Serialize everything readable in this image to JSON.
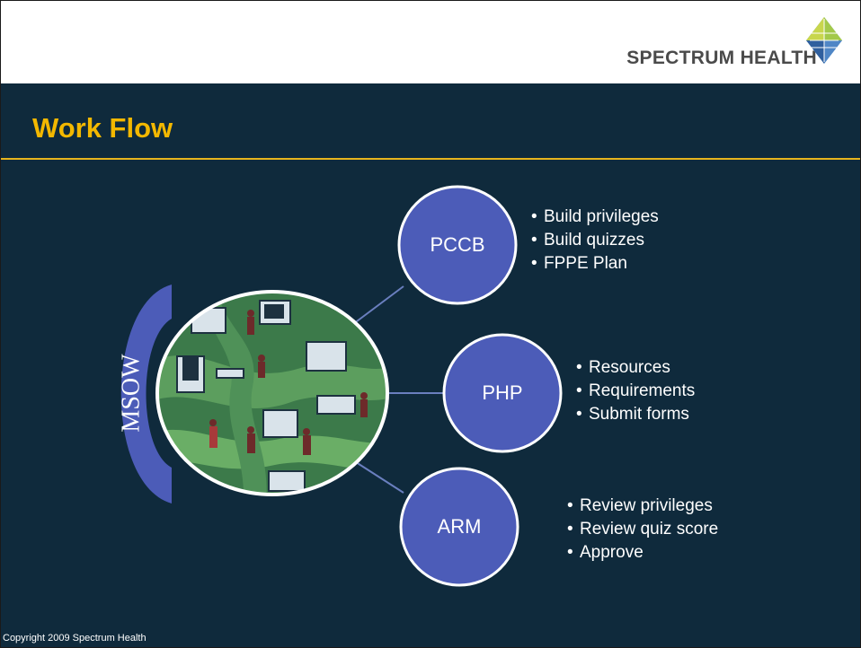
{
  "logo": {
    "text": "SPECTRUM HEALTH"
  },
  "title": "Work Flow",
  "diagram": {
    "side_label": "MSOW",
    "nodes": [
      {
        "label": "PCCB",
        "bullets": [
          "Build privileges",
          "Build quizzes",
          "FPPE Plan"
        ]
      },
      {
        "label": "PHP",
        "bullets": [
          "Resources",
          "Requirements",
          "Submit forms"
        ]
      },
      {
        "label": "ARM",
        "bullets": [
          "Review privileges",
          "Review quiz score",
          "Approve"
        ]
      }
    ]
  },
  "footer": {
    "copyright": "Copyright 2009 Spectrum Health"
  },
  "colors": {
    "background": "#0f2a3c",
    "title": "#f3b800",
    "node_fill": "#4c5cb8",
    "arc_fill": "#4c5cb8"
  }
}
